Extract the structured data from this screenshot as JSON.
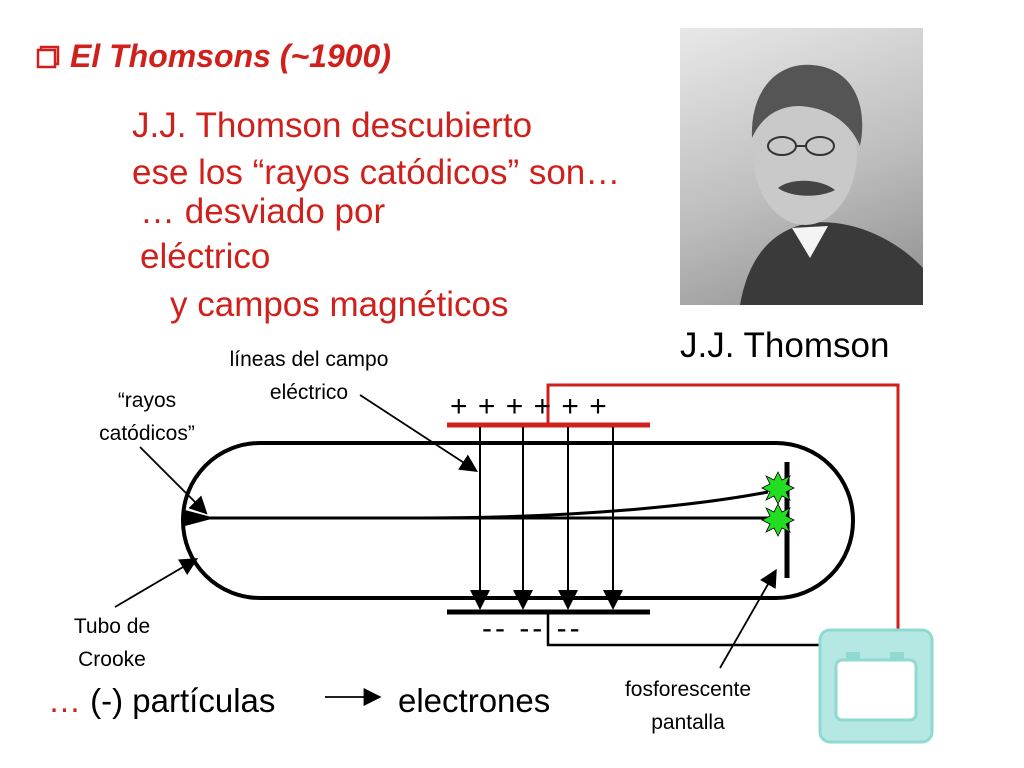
{
  "title": "El Thomsons (~1900)",
  "text_lines": [
    "J.J. Thomson descubierto",
    "ese los “rayos catódicos” son…",
    "… desviado por",
    "eléctrico",
    "y campos magnéticos"
  ],
  "portrait_caption": "J.J. Thomson",
  "labels": {
    "field_lines_1": "líneas del campo",
    "field_lines_2": "eléctrico",
    "rays_1": "“rayos",
    "rays_2": "catódicos”",
    "tube_1": "Tubo de",
    "tube_2": "Crooke",
    "screen_1": "fosforescente",
    "screen_2": "pantalla"
  },
  "plate_top_signs": "+ + + + + +",
  "plate_bottom_signs": "--  --  --",
  "battery": {
    "minus": "−",
    "plus": "+"
  },
  "conclusion": {
    "ellipsis": "…",
    "particles": "(-) partículas",
    "electrons": "electrones"
  },
  "colors": {
    "accent_red": "#d0201c",
    "spark_green": "#22dd22",
    "battery_teal": "#8fd9d2"
  },
  "icons": [
    "checkbox-bullet-icon",
    "spark-icon",
    "battery-icon",
    "arrow-icon"
  ]
}
